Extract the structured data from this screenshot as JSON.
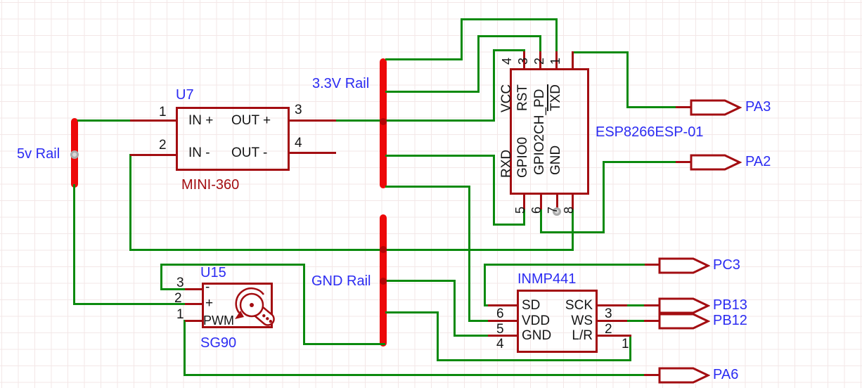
{
  "colors": {
    "wire_green": "#0b8a0e",
    "symbol_dark_red": "#a30d11",
    "rail_red": "#ed0909",
    "label_blue": "#2b2bf2",
    "text_black": "#151515"
  },
  "rails": {
    "r5v": "5v Rail",
    "r33v": "3.3V Rail",
    "rgnd": "GND Rail"
  },
  "u7": {
    "ref": "U7",
    "value": "MINI-360",
    "n1": "1",
    "n2": "2",
    "n3": "3",
    "n4": "4",
    "in_plus": "IN +",
    "in_minus": "IN -",
    "out_plus": "OUT +",
    "out_minus": "OUT -"
  },
  "esp": {
    "value": "ESP8266ESP-01",
    "n1": "1",
    "n2": "2",
    "n3": "3",
    "n4": "4",
    "n5": "5",
    "n6": "6",
    "n7": "7",
    "n8": "8",
    "vcc": "VCC",
    "rst": "RST",
    "gpio2chpd": "GPIO2CH_PD",
    "txd": "TXD",
    "rxd": "RXD",
    "gpio0": "GPIO0",
    "gnd": "GND"
  },
  "servo": {
    "ref": "U15",
    "value": "SG90",
    "n1": "1",
    "n2": "2",
    "n3": "3",
    "minus": "-",
    "plus": "+",
    "pwm": "PWM"
  },
  "mic": {
    "value": "INMP441",
    "n1": "1",
    "n2": "2",
    "n3": "3",
    "n4": "4",
    "n5": "5",
    "n6": "6",
    "sd": "SD",
    "vdd": "VDD",
    "gnd": "GND",
    "sck": "SCK",
    "ws": "WS",
    "lr": "L/R"
  },
  "flags": {
    "pa3": "PA3",
    "pa2": "PA2",
    "pc3": "PC3",
    "pb13": "PB13",
    "pb12": "PB12",
    "pa6": "PA6"
  }
}
